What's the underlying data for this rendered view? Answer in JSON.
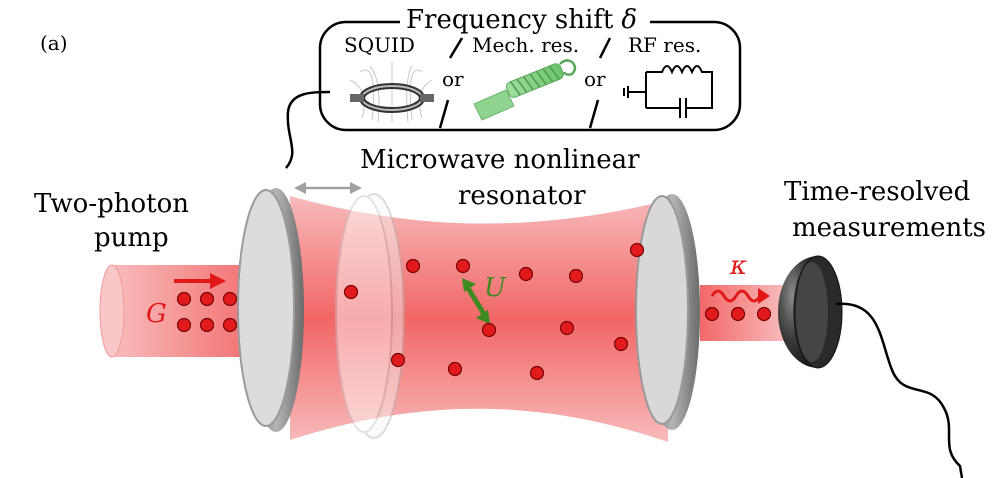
{
  "panel_label": "(a)",
  "freq_box": {
    "title": "Frequency shift",
    "title_symbol": "δ",
    "options": [
      "SQUID",
      "Mech. res.",
      "RF res."
    ],
    "or_labels": [
      "or",
      "or"
    ]
  },
  "resonator_label": {
    "line1": "Microwave nonlinear",
    "line2": "resonator"
  },
  "pump_label": {
    "line1": "Two-photon",
    "line2": "pump"
  },
  "measure_label": {
    "line1": "Time-resolved",
    "line2": "measurements"
  },
  "symbols": {
    "pump_rate": "G",
    "interaction": "U",
    "loss": "κ"
  },
  "colors": {
    "beam": "#f25a5a",
    "photon": "#e11b1b",
    "photon_outline": "#7a0000",
    "arrow_red": "#e01818",
    "arrow_green": "#3f8a1f",
    "mirror": "#8d8d8d",
    "mechanical": "#8fd48f"
  }
}
